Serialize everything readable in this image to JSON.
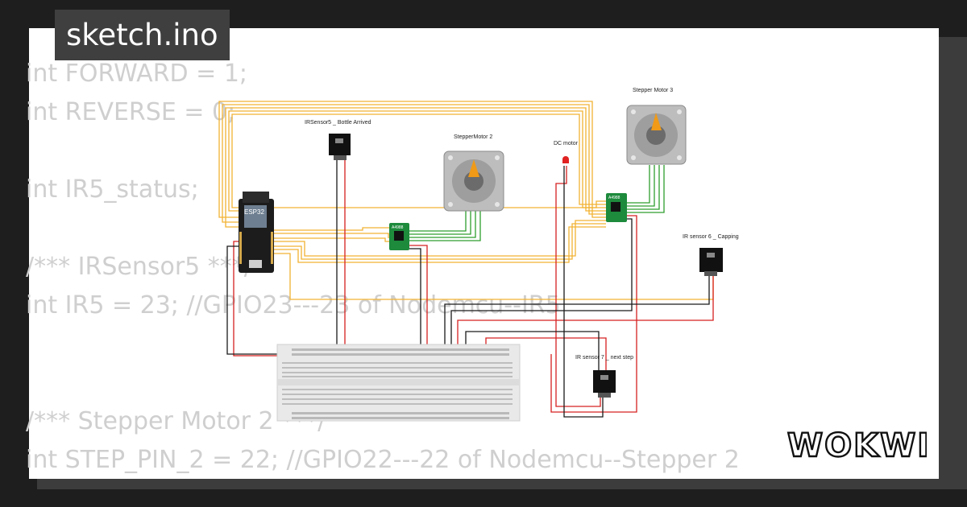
{
  "title": "sketch.ino",
  "code_lines": [
    "int FORWARD = 1;",
    "int REVERSE = 0;",
    "",
    "int IR5_status;",
    "",
    "/*** IRSensor5 ***/",
    "int IR5 = 23; //GPIO23---23 of Nodemcu--IR5",
    "",
    "",
    "/*** Stepper Motor 2 ***/",
    "int STEP_PIN_2 = 22; //GPIO22---22 of Nodemcu--Stepper 2"
  ],
  "components": {
    "ir_sensor_5": "IRSensor5 _ Bottle Arrived",
    "stepper_motor_2": "StepperMotor 2",
    "dc_motor": "DC motor",
    "stepper_motor_3": "Stepper Motor 3",
    "ir_sensor_6": "IR sensor 6 _ Capping",
    "ir_sensor_7": "IR sensor 7 _ next step",
    "esp32_label": "ESP32",
    "driver_label": "A4988"
  },
  "brand": "WOKWI",
  "colors": {
    "wire_orange": "#f2b233",
    "wire_green": "#2e9e2e",
    "wire_red": "#d62020",
    "wire_black": "#1a1a1a",
    "driver_green": "#1d8a3c",
    "led_red": "#e02222"
  }
}
